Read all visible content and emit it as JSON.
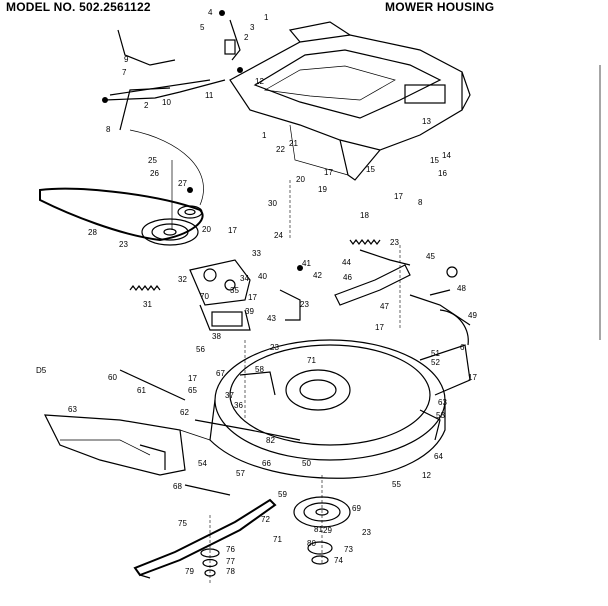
{
  "header": {
    "model": "MODEL NO. 502.2561122",
    "title": "MOWER HOUSING"
  },
  "section_code": "D5",
  "parts": [
    {
      "id": "p1",
      "text": "1"
    },
    {
      "id": "p1b",
      "text": "1"
    },
    {
      "id": "p2",
      "text": "2"
    },
    {
      "id": "p2b",
      "text": "2"
    },
    {
      "id": "p3",
      "text": "3"
    },
    {
      "id": "p4",
      "text": "4"
    },
    {
      "id": "p5",
      "text": "5"
    },
    {
      "id": "p6",
      "text": "6"
    },
    {
      "id": "p7",
      "text": "7"
    },
    {
      "id": "p8",
      "text": "8"
    },
    {
      "id": "p8b",
      "text": "8"
    },
    {
      "id": "p9",
      "text": "9"
    },
    {
      "id": "p10",
      "text": "10"
    },
    {
      "id": "p11",
      "text": "11"
    },
    {
      "id": "p12",
      "text": "12"
    },
    {
      "id": "p12b",
      "text": "12"
    },
    {
      "id": "p13",
      "text": "13"
    },
    {
      "id": "p14",
      "text": "14"
    },
    {
      "id": "p15",
      "text": "15"
    },
    {
      "id": "p15b",
      "text": "15"
    },
    {
      "id": "p16",
      "text": "16"
    },
    {
      "id": "p17a",
      "text": "17"
    },
    {
      "id": "p17b",
      "text": "17"
    },
    {
      "id": "p17c",
      "text": "17"
    },
    {
      "id": "p17d",
      "text": "17"
    },
    {
      "id": "p17e",
      "text": "17"
    },
    {
      "id": "p17f",
      "text": "17"
    },
    {
      "id": "p17g",
      "text": "17"
    },
    {
      "id": "p18",
      "text": "18"
    },
    {
      "id": "p19",
      "text": "19"
    },
    {
      "id": "p20",
      "text": "20"
    },
    {
      "id": "p20b",
      "text": "20"
    },
    {
      "id": "p21",
      "text": "21"
    },
    {
      "id": "p22",
      "text": "22"
    },
    {
      "id": "p23a",
      "text": "23"
    },
    {
      "id": "p23b",
      "text": "23"
    },
    {
      "id": "p23c",
      "text": "23"
    },
    {
      "id": "p23d",
      "text": "23"
    },
    {
      "id": "p23e",
      "text": "23"
    },
    {
      "id": "p24",
      "text": "24"
    },
    {
      "id": "p25",
      "text": "25"
    },
    {
      "id": "p26",
      "text": "26"
    },
    {
      "id": "p27",
      "text": "27"
    },
    {
      "id": "p28",
      "text": "28"
    },
    {
      "id": "p29",
      "text": "29"
    },
    {
      "id": "p30",
      "text": "30"
    },
    {
      "id": "p31",
      "text": "31"
    },
    {
      "id": "p32",
      "text": "32"
    },
    {
      "id": "p33",
      "text": "33"
    },
    {
      "id": "p34",
      "text": "34"
    },
    {
      "id": "p35",
      "text": "35"
    },
    {
      "id": "p36",
      "text": "36"
    },
    {
      "id": "p37",
      "text": "37"
    },
    {
      "id": "p38",
      "text": "38"
    },
    {
      "id": "p39",
      "text": "39"
    },
    {
      "id": "p40",
      "text": "40"
    },
    {
      "id": "p41",
      "text": "41"
    },
    {
      "id": "p42",
      "text": "42"
    },
    {
      "id": "p43",
      "text": "43"
    },
    {
      "id": "p44",
      "text": "44"
    },
    {
      "id": "p45",
      "text": "45"
    },
    {
      "id": "p46",
      "text": "46"
    },
    {
      "id": "p47",
      "text": "47"
    },
    {
      "id": "p48",
      "text": "48"
    },
    {
      "id": "p49",
      "text": "49"
    },
    {
      "id": "p50",
      "text": "50"
    },
    {
      "id": "p51",
      "text": "51"
    },
    {
      "id": "p52",
      "text": "52"
    },
    {
      "id": "p53",
      "text": "53"
    },
    {
      "id": "p54",
      "text": "54"
    },
    {
      "id": "p55",
      "text": "55"
    },
    {
      "id": "p56",
      "text": "56"
    },
    {
      "id": "p57",
      "text": "57"
    },
    {
      "id": "p58",
      "text": "58"
    },
    {
      "id": "p59",
      "text": "59"
    },
    {
      "id": "p60",
      "text": "60"
    },
    {
      "id": "p61",
      "text": "61"
    },
    {
      "id": "p62",
      "text": "62"
    },
    {
      "id": "p63",
      "text": "63"
    },
    {
      "id": "p63b",
      "text": "63"
    },
    {
      "id": "p64",
      "text": "64"
    },
    {
      "id": "p65",
      "text": "65"
    },
    {
      "id": "p66",
      "text": "66"
    },
    {
      "id": "p67",
      "text": "67"
    },
    {
      "id": "p68",
      "text": "68"
    },
    {
      "id": "p69",
      "text": "69"
    },
    {
      "id": "p70",
      "text": "70"
    },
    {
      "id": "p71",
      "text": "71"
    },
    {
      "id": "p71b",
      "text": "71"
    },
    {
      "id": "p72",
      "text": "72"
    },
    {
      "id": "p73",
      "text": "73"
    },
    {
      "id": "p74",
      "text": "74"
    },
    {
      "id": "p75",
      "text": "75"
    },
    {
      "id": "p76",
      "text": "76"
    },
    {
      "id": "p77",
      "text": "77"
    },
    {
      "id": "p78",
      "text": "78"
    },
    {
      "id": "p79",
      "text": "79"
    },
    {
      "id": "p80",
      "text": "80"
    },
    {
      "id": "p81",
      "text": "81"
    },
    {
      "id": "p82",
      "text": "82"
    }
  ]
}
